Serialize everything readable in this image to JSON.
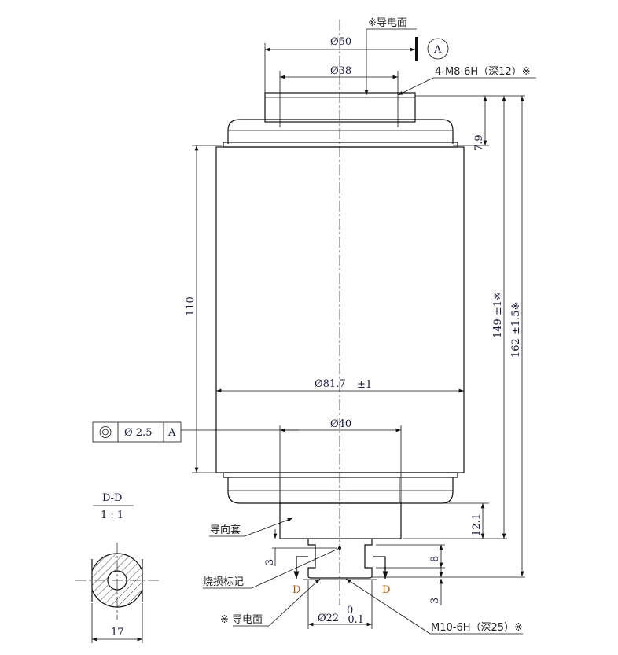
{
  "labels": {
    "top_conductive_face": "※导电面",
    "datum": "A",
    "dia_50": "Ø50",
    "dia_38": "Ø38",
    "thread_top": "4-M8-6H（深12）※",
    "dim_7_9": "7.9",
    "dim_149": "149 ±1※",
    "dim_162": "162 ±1.5※",
    "dim_110": "110",
    "dia_81_7": "Ø81.7",
    "dia_81_7_tol": "±1",
    "dia_40": "Ø40",
    "tolerance_frame": {
      "symbol": "◎",
      "value": "Ø 2.5",
      "datum": "A"
    },
    "section_title": "D-D",
    "section_scale": "1 : 1",
    "guide_sleeve": "导向套",
    "dim_12_1": "12.1",
    "dim_3_left": "3",
    "dim_8": "8",
    "dim_3_right": "3",
    "burn_mark": "烧损标记",
    "section_d_left": "D",
    "section_d_right": "D",
    "bottom_conductive_face": "※ 导电面",
    "dia_22": "Ø22",
    "dia_22_tol_upper": "0",
    "dia_22_tol_lower": "-0.1",
    "thread_bottom": "M10-6H（深25）※",
    "dim_17": "17"
  }
}
